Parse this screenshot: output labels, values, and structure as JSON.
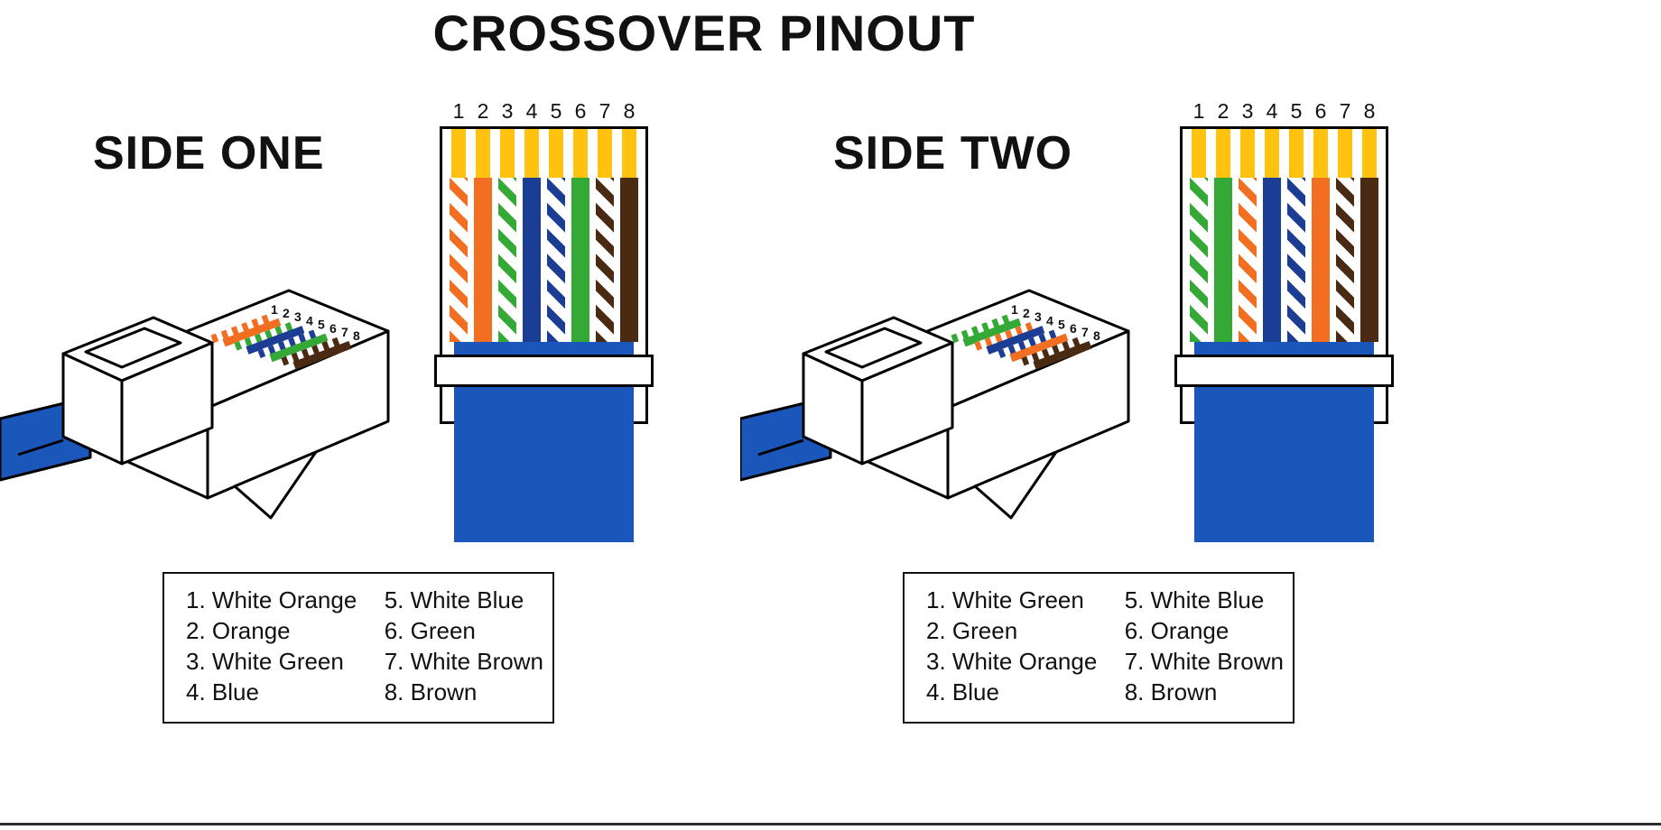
{
  "title": "CROSSOVER PINOUT",
  "pin_numbers": [
    "1",
    "2",
    "3",
    "4",
    "5",
    "6",
    "7",
    "8"
  ],
  "colors": {
    "pin_gold": "#FFC20E",
    "cable_blue": "#1B57BA",
    "outline": "#000000",
    "text": "#111111"
  },
  "wire_colors": {
    "orange": "#F26F21",
    "green": "#35A936",
    "blue": "#1B3E94",
    "brown": "#4A2A12"
  },
  "sides": [
    {
      "label": "SIDE ONE",
      "wires": [
        {
          "pin": "1",
          "name": "White Orange",
          "style": "striped",
          "color": "orange"
        },
        {
          "pin": "2",
          "name": "Orange",
          "style": "solid",
          "color": "orange"
        },
        {
          "pin": "3",
          "name": "White Green",
          "style": "striped",
          "color": "green"
        },
        {
          "pin": "4",
          "name": "Blue",
          "style": "solid",
          "color": "blue"
        },
        {
          "pin": "5",
          "name": "White Blue",
          "style": "striped",
          "color": "blue"
        },
        {
          "pin": "6",
          "name": "Green",
          "style": "solid",
          "color": "green"
        },
        {
          "pin": "7",
          "name": "White Brown",
          "style": "striped",
          "color": "brown"
        },
        {
          "pin": "8",
          "name": "Brown",
          "style": "solid",
          "color": "brown"
        }
      ],
      "legend": {
        "col1": [
          "1. White Orange",
          "2. Orange",
          "3. White Green",
          "4. Blue"
        ],
        "col2": [
          "5. White Blue",
          "6. Green",
          "7. White Brown",
          "8. Brown"
        ]
      }
    },
    {
      "label": "SIDE TWO",
      "wires": [
        {
          "pin": "1",
          "name": "White Green",
          "style": "striped",
          "color": "green"
        },
        {
          "pin": "2",
          "name": "Green",
          "style": "solid",
          "color": "green"
        },
        {
          "pin": "3",
          "name": "White Orange",
          "style": "striped",
          "color": "orange"
        },
        {
          "pin": "4",
          "name": "Blue",
          "style": "solid",
          "color": "blue"
        },
        {
          "pin": "5",
          "name": "White Blue",
          "style": "striped",
          "color": "blue"
        },
        {
          "pin": "6",
          "name": "Orange",
          "style": "solid",
          "color": "orange"
        },
        {
          "pin": "7",
          "name": "White Brown",
          "style": "striped",
          "color": "brown"
        },
        {
          "pin": "8",
          "name": "Brown",
          "style": "solid",
          "color": "brown"
        }
      ],
      "legend": {
        "col1": [
          "1. White Green",
          "2. Green",
          "3. White Orange",
          "4. Blue"
        ],
        "col2": [
          "5. White Blue",
          "6. Orange",
          "7. White Brown",
          "8. Brown"
        ]
      }
    }
  ]
}
